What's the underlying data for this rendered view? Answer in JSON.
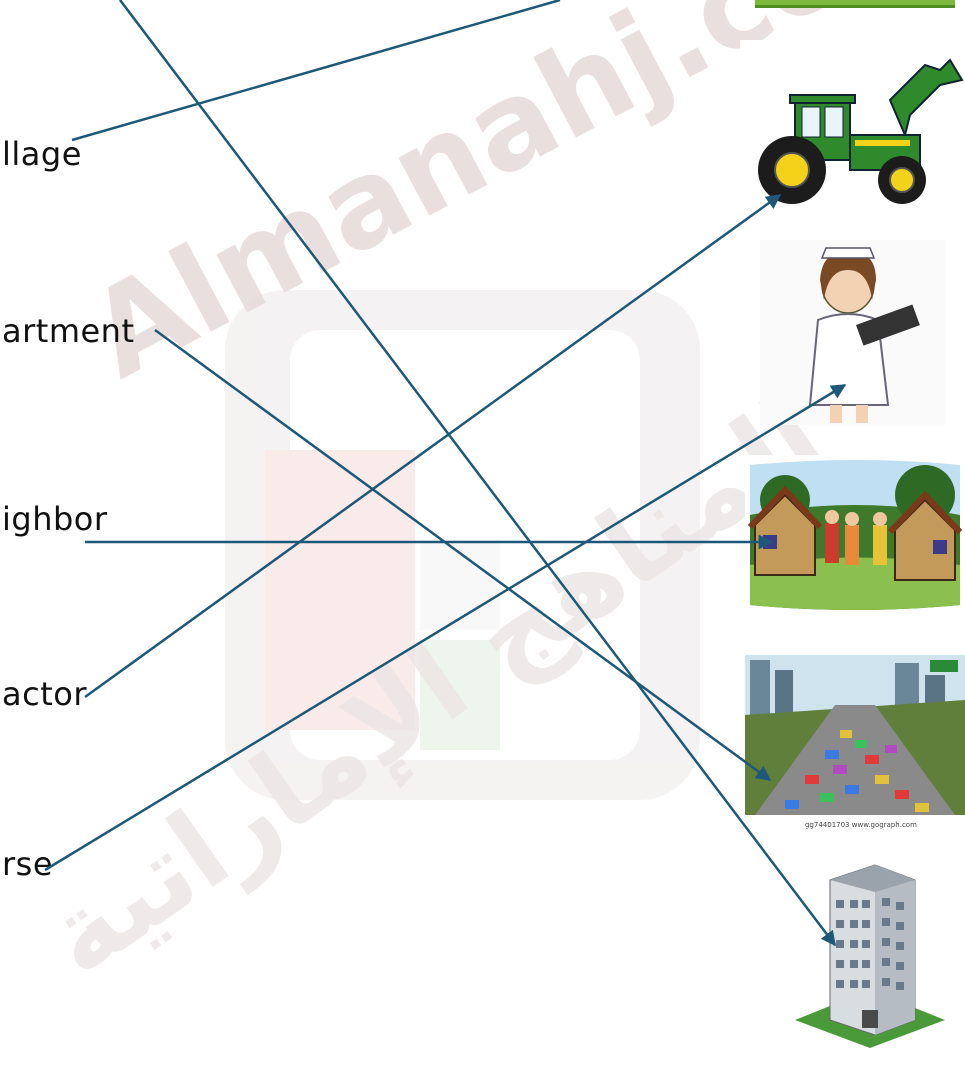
{
  "words": [
    "llage",
    "artment",
    "ighbor",
    "actor",
    "rse"
  ],
  "pictures": [
    "grass-top",
    "tractor",
    "nurse",
    "neighborhood",
    "traffic",
    "apartment-building"
  ],
  "traffic_caption": "gg74401703 www.gograph.com",
  "watermark": {
    "text": "Almanahj.com",
    "arabic": "المناهج الإماراتية",
    "color": "#d8cfcf"
  },
  "line_color": "#1d5878",
  "matches": [
    {
      "word": "llage",
      "picture": "grass-top"
    },
    {
      "word": "artment",
      "picture": "traffic"
    },
    {
      "word": "ighbor",
      "picture": "neighborhood"
    },
    {
      "word": "actor",
      "picture": "tractor"
    },
    {
      "word": "rse",
      "picture": "nurse"
    },
    {
      "word": "(off-page top)",
      "picture": "apartment-building"
    }
  ]
}
